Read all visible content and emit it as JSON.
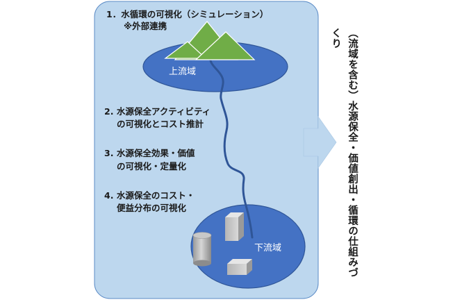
{
  "diagram": {
    "items": [
      {
        "number": "1．",
        "lines": [
          "水循環の可視化（シミュレーション）",
          "※外部連携"
        ]
      },
      {
        "number": "2.",
        "lines": [
          "水源保全アクティビティ",
          "の可視化とコスト推計"
        ]
      },
      {
        "number": "3.",
        "lines": [
          "水源保全効果・価値",
          "の可視化・定量化"
        ]
      },
      {
        "number": "4.",
        "lines": [
          "水源保全のコスト・",
          "便益分布の可視化"
        ]
      }
    ],
    "upstream_label": "上流域",
    "downstream_label": "下流域",
    "result_caption": "（流域を含む）水源保全・価値創出・循環の仕組みづくり",
    "colors": {
      "panel": "#bdd7ee",
      "panel_border": "#5b8bc6",
      "region": "#4472c4",
      "region_border": "#2f5597",
      "mountain": "#70ad47",
      "river": "#2f5597",
      "arrow": "#bdd7ee"
    }
  }
}
